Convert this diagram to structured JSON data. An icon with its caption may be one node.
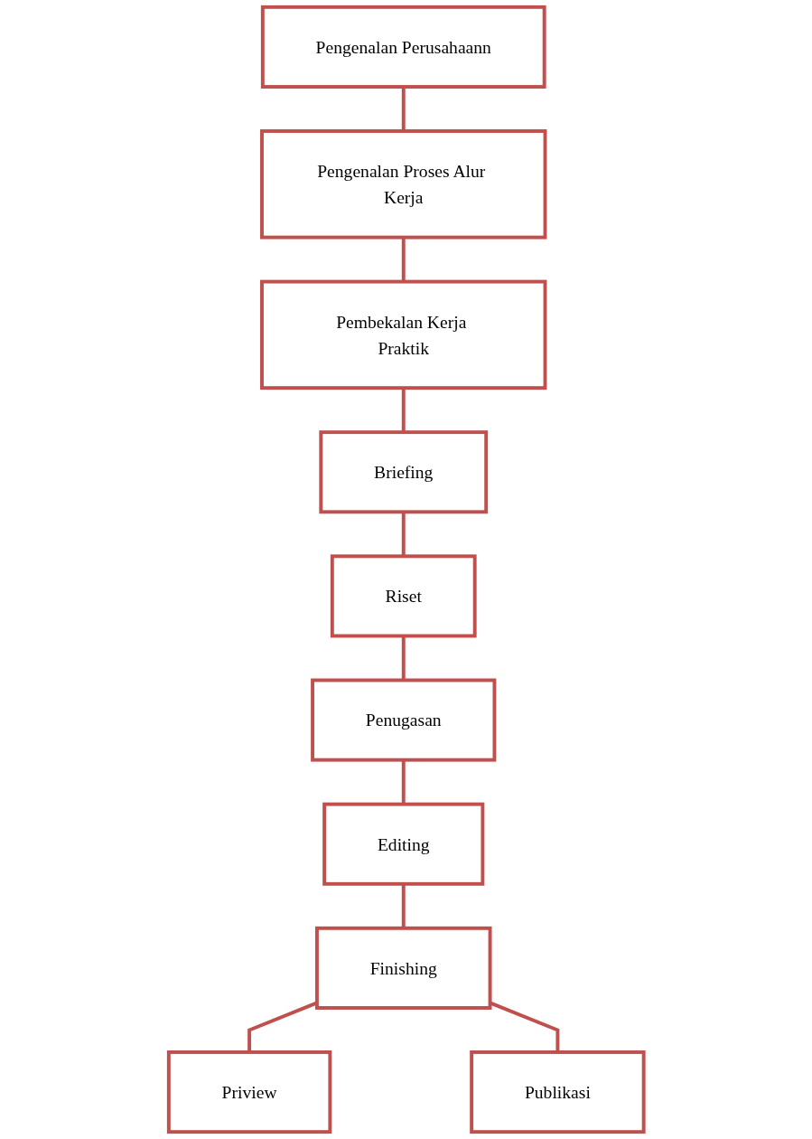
{
  "diagram": {
    "nodes": [
      {
        "text": [
          "Pengenalan Perusahaann"
        ]
      },
      {
        "text": [
          "Pengenalan Proses Alur Kerja"
        ]
      },
      {
        "text": [
          "Pembekalan Kerja Praktik"
        ]
      },
      {
        "text": [
          "Briefing"
        ]
      },
      {
        "text": [
          "Riset"
        ]
      },
      {
        "text": [
          "Penugasan"
        ]
      },
      {
        "text": [
          "Editing"
        ]
      },
      {
        "text": [
          "Finishing"
        ]
      },
      {
        "text": [
          "Priview"
        ]
      },
      {
        "text": [
          "Publikasi"
        ]
      }
    ],
    "edges": [
      {
        "from": 0,
        "to": 1,
        "arrow": "none"
      },
      {
        "from": 1,
        "to": 2,
        "arrow": "none"
      },
      {
        "from": 2,
        "to": 3,
        "arrow": "none"
      },
      {
        "from": 3,
        "to": 4,
        "arrow": "none"
      },
      {
        "from": 4,
        "to": 5,
        "arrow": "none"
      },
      {
        "from": 5,
        "to": 6,
        "arrow": "none"
      },
      {
        "from": 6,
        "to": 7,
        "arrow": "none"
      },
      {
        "from": 7,
        "to": 8,
        "arrow": "none"
      },
      {
        "from": 7,
        "to": 9,
        "arrow": "none"
      }
    ]
  }
}
